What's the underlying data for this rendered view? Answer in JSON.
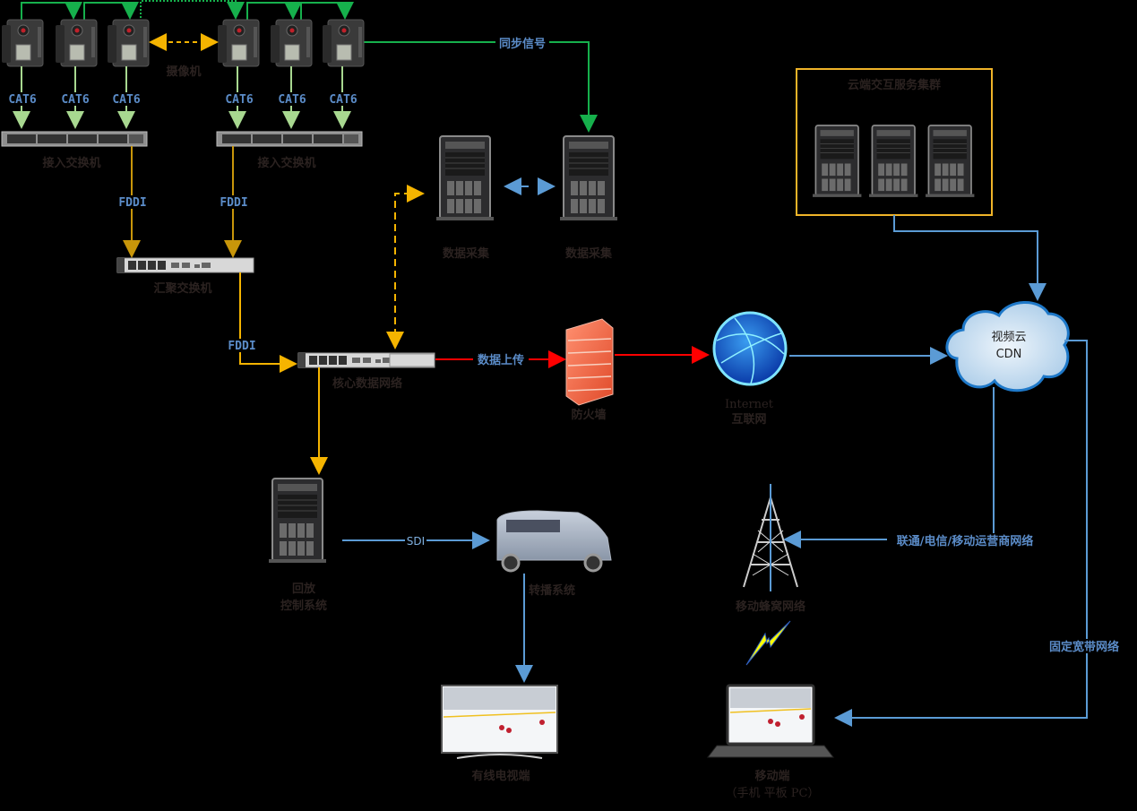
{
  "title": "体育赛事多机位视频采集与分发网络拓扑图",
  "colors": {
    "background": "#000000",
    "sync_green": "#16b04c",
    "cat6_lightgreen": "#a8d890",
    "fddi_gold": "#c8960a",
    "data_orange": "#f5b400",
    "upload_red": "#ff0000",
    "net_blue": "#5b9bd5",
    "cluster_border": "#f0b429",
    "label_dark": "#2b2220",
    "label_blue": "#5b8cc8"
  },
  "nodes": {
    "cameras": {
      "label": "摄像机",
      "count": 6
    },
    "access_switches": [
      {
        "label": "接入交换机"
      },
      {
        "label": "接入交换机"
      }
    ],
    "aggregation_switch": {
      "label": "汇聚交换机"
    },
    "core_switch": {
      "label": "核心数据网络"
    },
    "capture_servers": [
      {
        "label": "数据采集"
      },
      {
        "label": "数据采集"
      }
    ],
    "firewall": {
      "label": "防火墙"
    },
    "internet": {
      "label_en": "Internet",
      "label_cn": "互联网"
    },
    "cloud_cluster": {
      "label": "云端交互服务集群",
      "server_count": 3
    },
    "cdn": {
      "line1": "视频云",
      "line2": "CDN"
    },
    "replay_server": {
      "line1": "回放",
      "line2": "控制系统"
    },
    "broadcast_van": {
      "label": "转播系统"
    },
    "cable_tv": {
      "label": "有线电视端"
    },
    "cell_tower": {
      "label": "移动蜂窝网络"
    },
    "mobile_client": {
      "line1": "移动端",
      "line2": "（手机 平板 PC）"
    }
  },
  "links": {
    "cat6": "CAT6",
    "fddi": "FDDI",
    "sync": "同步信号",
    "upload": "数据上传",
    "sdi": "SDI",
    "carrier": "联通/电信/移动运营商网络",
    "broadband": "固定宽带网络"
  }
}
